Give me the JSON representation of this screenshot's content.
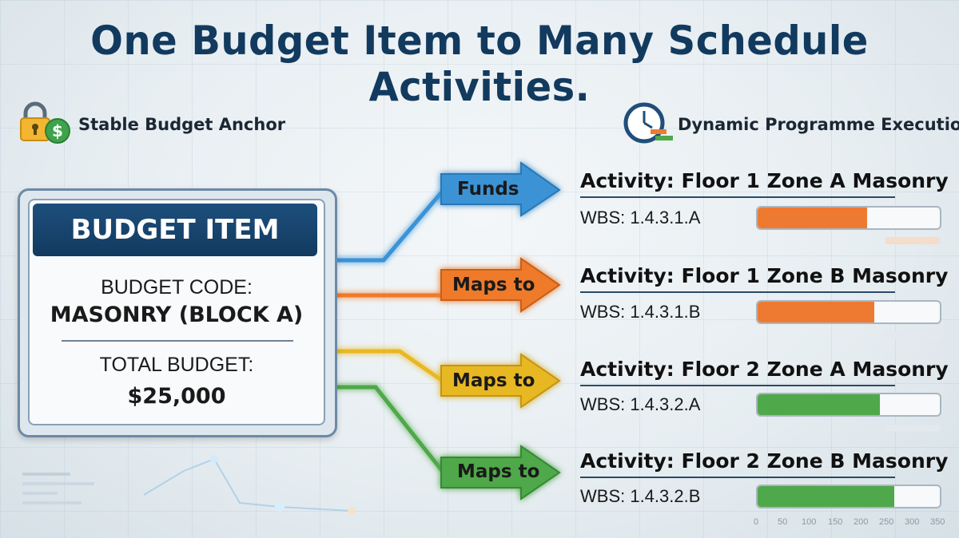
{
  "title": "One Budget Item to Many Schedule Activities.",
  "left_anchor": {
    "label": "Stable Budget Anchor",
    "icon": "lock-dollar-icon"
  },
  "right_anchor": {
    "label": "Dynamic Programme Execution",
    "icon": "clock-gantt-icon"
  },
  "budget_card": {
    "header": "BUDGET ITEM",
    "code_label": "BUDGET CODE:",
    "code_value": "MASONRY (BLOCK A)",
    "total_label": "TOTAL BUDGET:",
    "total_value": "$25,000"
  },
  "connectors": [
    {
      "label": "Funds",
      "color": "#3b93d6"
    },
    {
      "label": "Maps to",
      "color": "#ef7a2a"
    },
    {
      "label": "Maps to",
      "color": "#e8b820"
    },
    {
      "label": "Maps to",
      "color": "#4fa84a"
    }
  ],
  "activities": [
    {
      "title": "Activity: Floor 1 Zone A Masonry",
      "wbs": "WBS: 1.4.3.1.A",
      "progress": 0.6,
      "color": "#ee7a32"
    },
    {
      "title": "Activity: Floor 1 Zone B Masonry",
      "wbs": "WBS: 1.4.3.1.B",
      "progress": 0.64,
      "color": "#ee7a32"
    },
    {
      "title": "Activity: Floor 2 Zone A Masonry",
      "wbs": "WBS: 1.4.3.2.A",
      "progress": 0.67,
      "color": "#4fa84a"
    },
    {
      "title": "Activity: Floor 2 Zone B Masonry",
      "wbs": "WBS: 1.4.3.2.B",
      "progress": 0.75,
      "color": "#4fa84a"
    }
  ],
  "axis_ticks": [
    "0",
    "50",
    "100",
    "150",
    "200",
    "250",
    "300",
    "350"
  ]
}
